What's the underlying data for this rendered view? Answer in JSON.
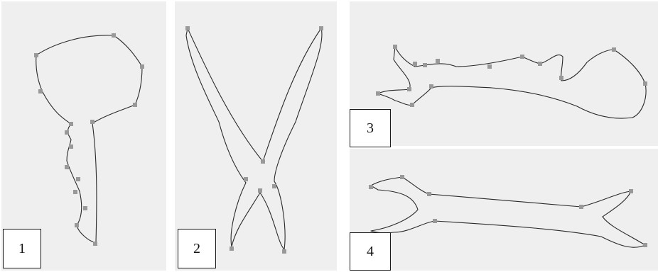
{
  "panels": [
    {
      "label": "1"
    },
    {
      "label": "2"
    },
    {
      "label": "3"
    },
    {
      "label": "4"
    }
  ],
  "colors": {
    "panel_bg": "#efefef",
    "outline": "#2a2a2a",
    "control_point": "#999999"
  }
}
